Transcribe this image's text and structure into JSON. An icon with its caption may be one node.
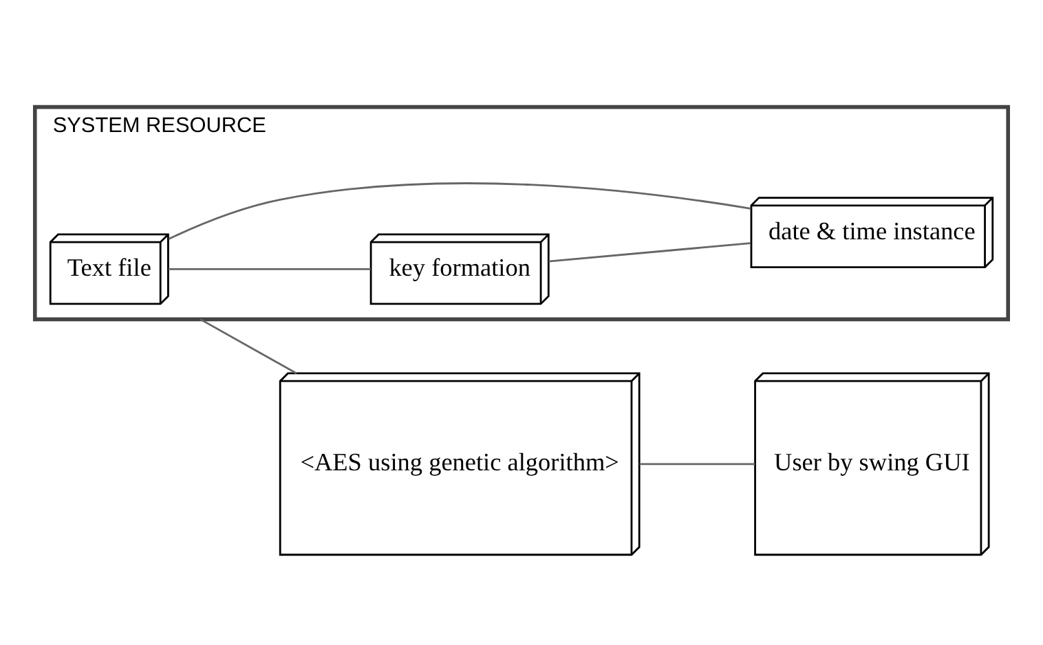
{
  "diagram": {
    "nodes": [
      {
        "text": [
          "SYSTEM RESOURCE"
        ]
      },
      {
        "text": [
          "Text file"
        ],
        "in": 0
      },
      {
        "text": [
          "key formation"
        ],
        "in": 0
      },
      {
        "text": [
          "date & time instance"
        ],
        "in": 0
      },
      {
        "text": [
          "<AES using genetic algorithm>"
        ]
      },
      {
        "text": [
          "User by swing GUI"
        ]
      }
    ],
    "edges": [
      {
        "from": 1,
        "to": 2,
        "arrow": "none"
      },
      {
        "from": 1,
        "to": 3,
        "arrow": "none"
      },
      {
        "from": 2,
        "to": 3,
        "arrow": "none"
      },
      {
        "from": 0,
        "to": 4,
        "arrow": "none"
      },
      {
        "from": 4,
        "to": 5,
        "arrow": "none"
      }
    ]
  }
}
